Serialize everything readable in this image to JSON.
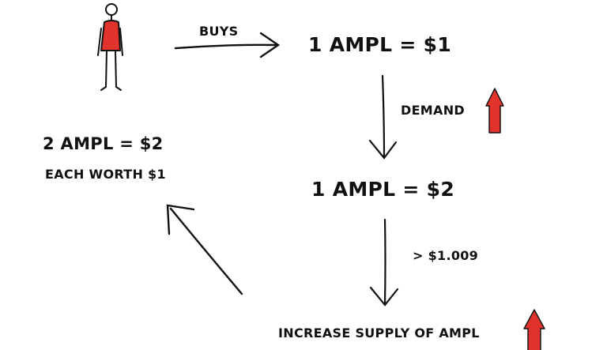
{
  "labels": {
    "buys": "BUYS",
    "price_1": "1 AMPL = $1",
    "demand": "DEMAND",
    "price_2": "1 AMPL = $2",
    "threshold": "> $1.009",
    "increase_supply": "INCREASE SUPPLY OF AMPL",
    "result_holding": "2 AMPL = $2",
    "result_each": "EACH WORTH $1"
  },
  "colors": {
    "accent_red": "#e0332b",
    "ink": "#111111"
  },
  "icons": {
    "person": "person-figure-icon",
    "up_arrow": "red-up-arrow-icon"
  }
}
